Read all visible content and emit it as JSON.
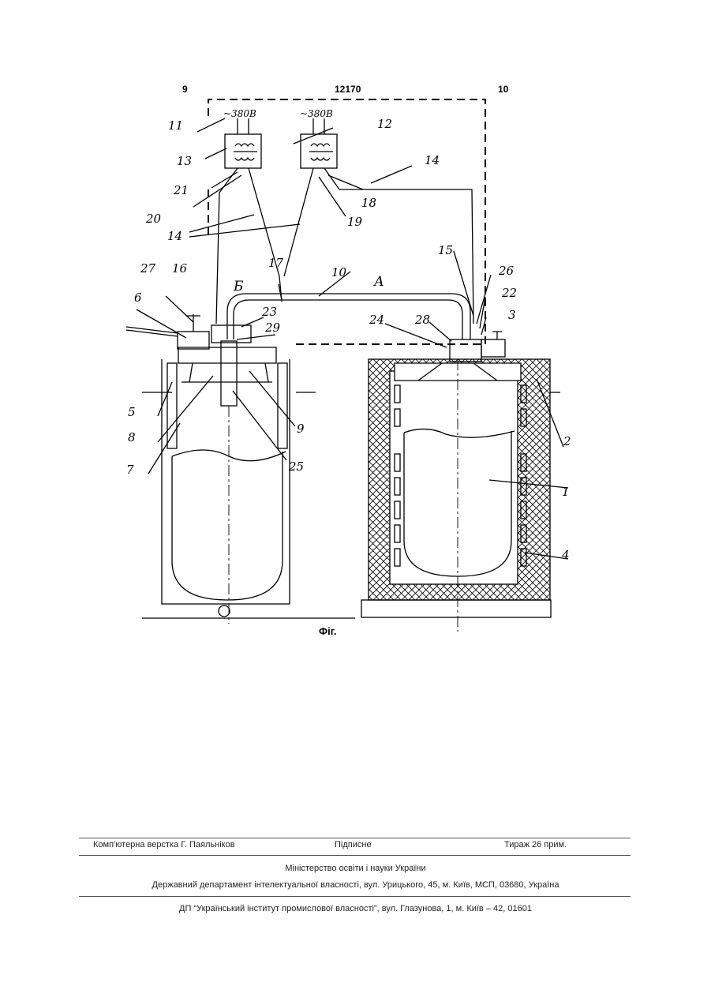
{
  "header": {
    "page_left": "9",
    "patent_number": "12170",
    "page_right": "10"
  },
  "drawing": {
    "voltage_left": "~380В",
    "voltage_right": "~380В",
    "callouts": [
      "11",
      "13",
      "21",
      "20",
      "14",
      "27",
      "16",
      "6",
      "5",
      "8",
      "7",
      "12",
      "14",
      "18",
      "19",
      "17",
      "10",
      "Б",
      "А",
      "23",
      "29",
      "9",
      "25",
      "15",
      "26",
      "22",
      "3",
      "24",
      "28",
      "2",
      "1",
      "4"
    ],
    "caption": "Фіг."
  },
  "footer": {
    "typesetter": "Комп'ютерна верстка Г. Паяльніков",
    "signed": "Підписне",
    "circulation": "Тираж 26 прим.",
    "ministry": "Міністерство освіти і науки України",
    "department": "Державний департамент інтелектуальної власності, вул. Урицького, 45, м. Київ, МСП, 03680, Україна",
    "institute": "ДП “Український інститут промислової власності”, вул. Глазунова, 1, м. Київ – 42, 01601"
  }
}
